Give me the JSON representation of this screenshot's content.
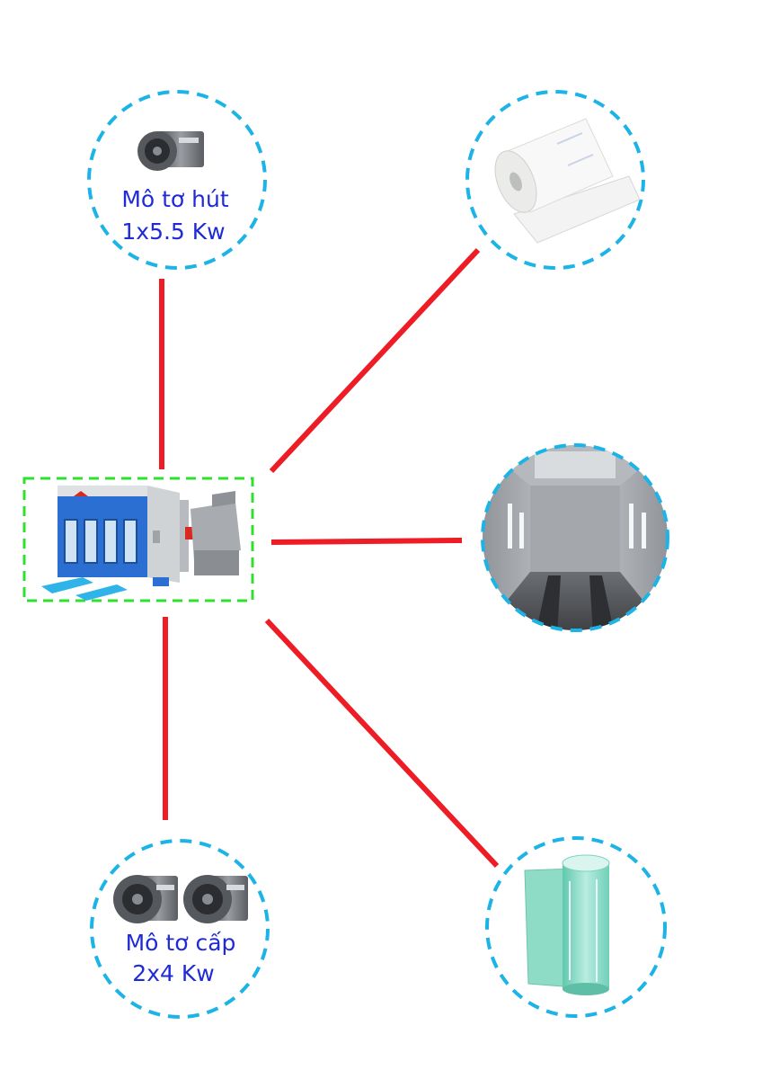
{
  "colors": {
    "connector": "#ee1c25",
    "circle_border": "#1cb4e6",
    "center_border": "#2fe02f",
    "label": "#1f2bd6"
  },
  "nodes": {
    "exhaust_motor": {
      "icon": "blower-fan-icon",
      "label_line1": "Mô tơ hút",
      "label_line2": "1x5.5 Kw"
    },
    "supply_motor": {
      "icon": "blower-fan-icon",
      "label_line1": "Mô tơ cấp",
      "label_line2": "2x4 Kw"
    },
    "ceiling_filter": {
      "icon": "filter-roll-icon"
    },
    "booth_interior": {
      "icon": "booth-interior-icon"
    },
    "floor_filter": {
      "icon": "fiberglass-filter-roll-icon"
    },
    "center": {
      "icon": "spray-booth-icon"
    }
  }
}
